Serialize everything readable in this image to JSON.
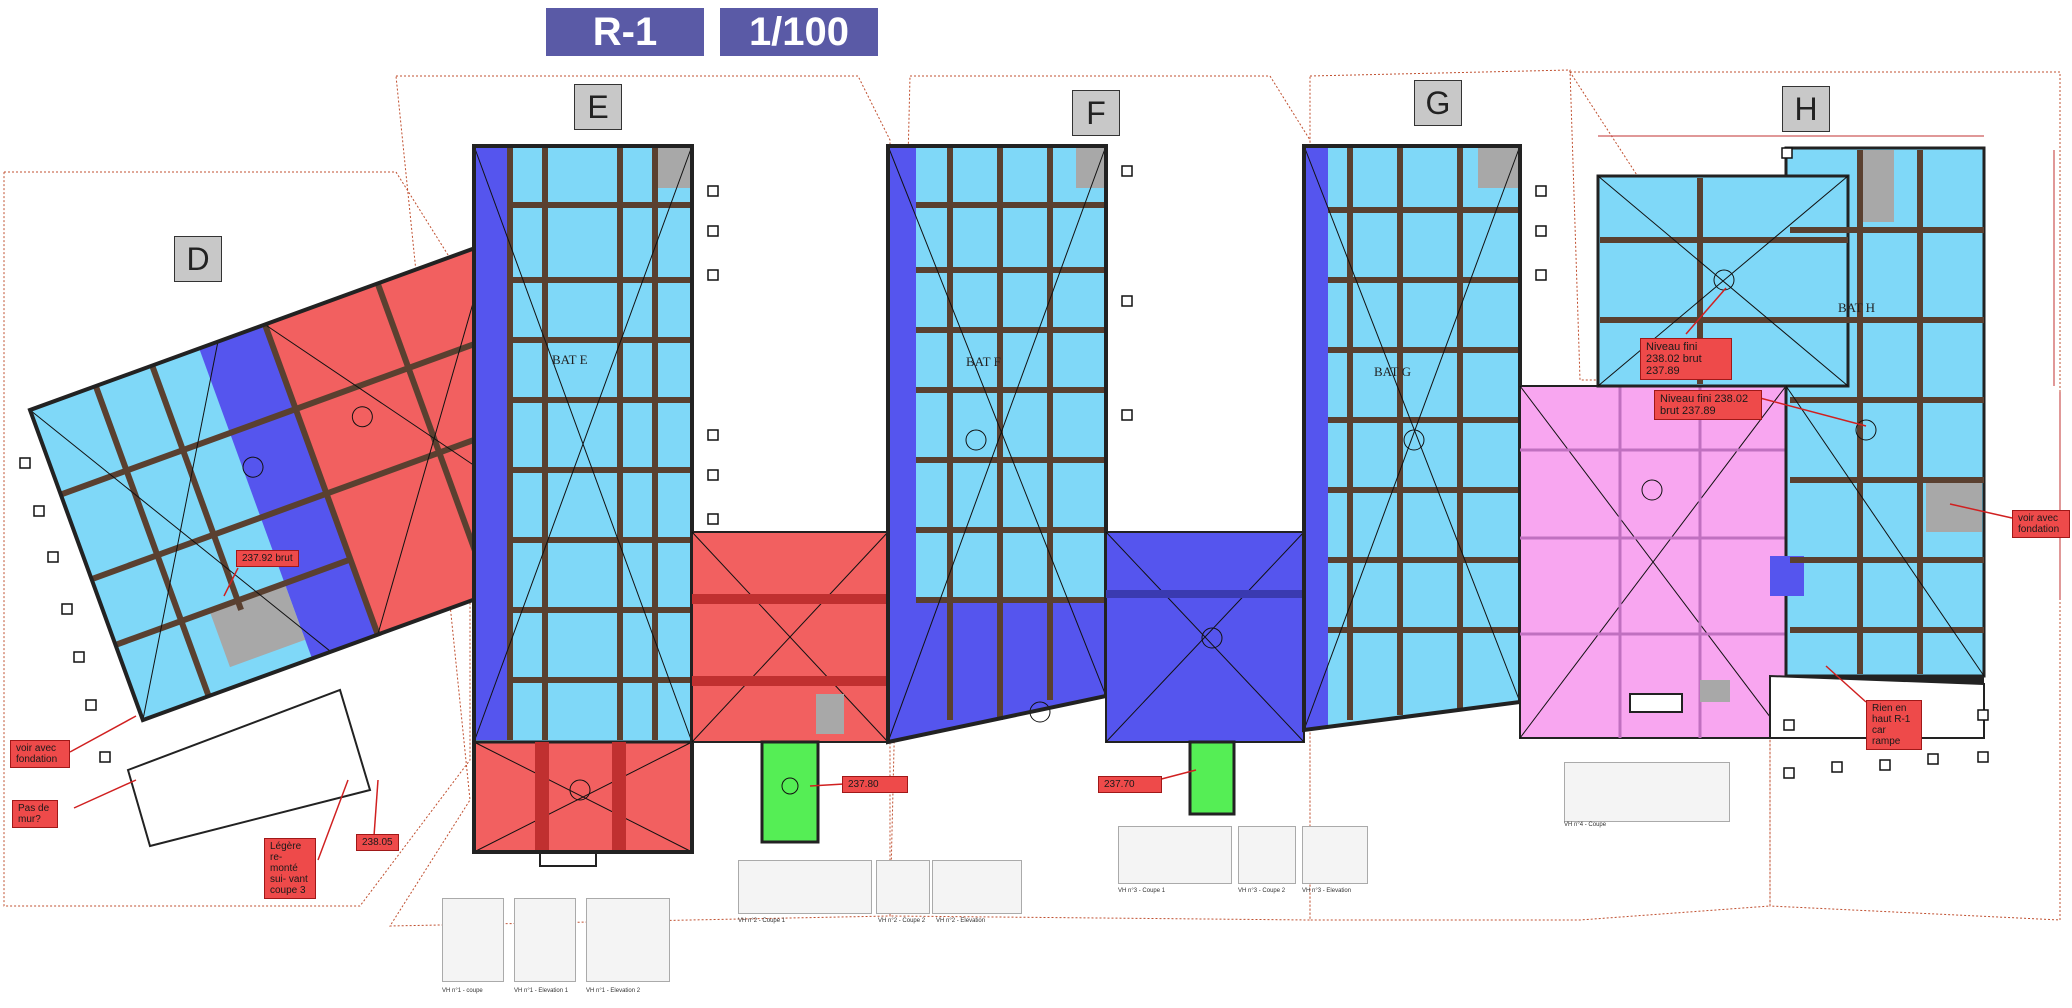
{
  "header": {
    "level": "R-1",
    "scale": "1/100"
  },
  "buildings": {
    "d": "D",
    "e": "E",
    "f": "F",
    "g": "G",
    "h": "H"
  },
  "bat_labels": {
    "e": "BAT E",
    "f": "BAT F",
    "g": "BAT G",
    "h": "BAT H"
  },
  "notes": {
    "level_d": "237.92 brut",
    "voir_fondation_left": "voir avec fondation",
    "pas_de_mur": "Pas de mur?",
    "legere_remonte": "Légère re- monté sui- vant coupe 3",
    "level_238_05": "238.05",
    "level_237_80": "237.80",
    "level_237_70": "237.70",
    "niveau_h_top": "Niveau fini 238.02 brut 237.89",
    "niveau_h_mid": "Niveau fini 238.02 brut 237.89",
    "voir_fondation_right": "voir avec fondation",
    "rien_en_haut": "Rien en haut R-1 car rampe"
  },
  "thumbnails": [
    {
      "caption": "VH n°1 - coupe"
    },
    {
      "caption": "VH n°1 - Elevation 1"
    },
    {
      "caption": "VH n°1 - Elevation 2"
    },
    {
      "caption": "VH n°2 - Coupe 1"
    },
    {
      "caption": "VH n°2 - Coupe 2"
    },
    {
      "caption": "VH n°2 - Elevation"
    },
    {
      "caption": "VH n°3 - Coupe 1"
    },
    {
      "caption": "VH n°3 - Coupe 2"
    },
    {
      "caption": "VH n°3 - Elevation"
    },
    {
      "caption": "VH n°4 - Coupe"
    }
  ],
  "colors": {
    "cyan_room": "#7fd8f8",
    "blue_zone": "#5555ee",
    "red_zone": "#f26060",
    "pink_zone": "#f8a6f0",
    "green_shaft": "#55ee55",
    "wall_brown": "#5a4030",
    "outline_red": "#c05030",
    "header_purple": "#5a5aa6",
    "label_grey": "#c8c8c8",
    "grey_core": "#a8a8a8"
  }
}
